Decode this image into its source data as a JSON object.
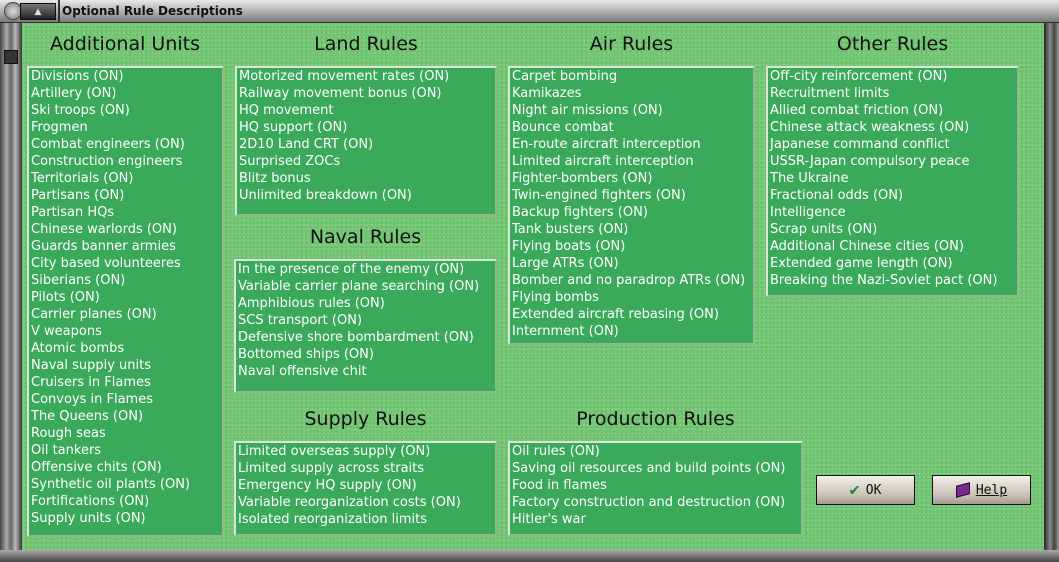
{
  "window": {
    "title": "Optional Rule Descriptions"
  },
  "sections": {
    "additional_units": {
      "heading": "Additional Units",
      "items": [
        "Divisions (ON)",
        "Artillery (ON)",
        "Ski troops (ON)",
        "Frogmen",
        "Combat engineers (ON)",
        "Construction engineers",
        "Territorials (ON)",
        "Partisans (ON)",
        "Partisan HQs",
        "Chinese warlords (ON)",
        "Guards banner armies",
        "City based volunteeres",
        "Siberians (ON)",
        "Pilots (ON)",
        "Carrier planes (ON)",
        "V weapons",
        "Atomic bombs",
        "Naval supply units",
        "Cruisers in Flames",
        "Convoys in Flames",
        "The Queens (ON)",
        "Rough seas",
        "Oil tankers",
        "Offensive chits (ON)",
        "Synthetic oil plants (ON)",
        "Fortifications (ON)",
        "Supply units (ON)"
      ]
    },
    "land": {
      "heading": "Land Rules",
      "items": [
        "Motorized movement rates (ON)",
        "Railway movement bonus (ON)",
        "HQ movement",
        "HQ support (ON)",
        "2D10 Land CRT (ON)",
        "Surprised ZOCs",
        "Blitz bonus",
        "Unlimited breakdown (ON)"
      ]
    },
    "naval": {
      "heading": "Naval Rules",
      "items": [
        "In the presence of the enemy (ON)",
        "Variable carrier plane searching (ON)",
        "Amphibious rules (ON)",
        "SCS transport (ON)",
        "Defensive shore bombardment (ON)",
        "Bottomed ships (ON)",
        "Naval offensive chit"
      ]
    },
    "supply": {
      "heading": "Supply Rules",
      "items": [
        "Limited overseas supply (ON)",
        "Limited supply across straits",
        "Emergency HQ supply (ON)",
        "Variable reorganization costs (ON)",
        "Isolated reorganization limits"
      ]
    },
    "air": {
      "heading": "Air Rules",
      "items": [
        "Carpet bombing",
        "Kamikazes",
        "Night air missions (ON)",
        "Bounce combat",
        "En-route aircraft interception",
        "Limited aircraft interception",
        "Fighter-bombers (ON)",
        "Twin-engined fighters (ON)",
        "Backup fighters (ON)",
        "Tank busters (ON)",
        "Flying boats (ON)",
        "Large ATRs (ON)",
        "Bomber and no paradrop ATRs (ON)",
        "Flying bombs",
        "Extended aircraft rebasing (ON)",
        "Internment (ON)"
      ]
    },
    "production": {
      "heading": "Production Rules",
      "items": [
        "Oil rules (ON)",
        "Saving oil resources and build points (ON)",
        "Food in flames",
        "Factory construction and destruction (ON)",
        "Hitler's war"
      ]
    },
    "other": {
      "heading": "Other Rules",
      "items": [
        "Off-city reinforcement (ON)",
        "Recruitment limits",
        "Allied combat friction (ON)",
        "Chinese attack weakness (ON)",
        "Japanese command conflict",
        "USSR-Japan compulsory peace",
        "The Ukraine",
        "Fractional odds (ON)",
        "Intelligence",
        "Scrap units (ON)",
        "Additional Chinese cities (ON)",
        "Extended game length (ON)",
        "Breaking the Nazi-Soviet pact (ON)"
      ]
    }
  },
  "buttons": {
    "ok": "OK",
    "help": "Help"
  }
}
